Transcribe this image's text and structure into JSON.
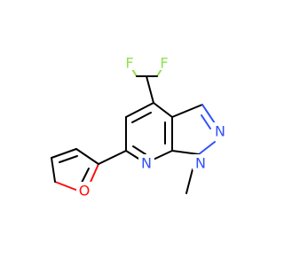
{
  "molecule": {
    "atoms": {
      "fluorine_1": "F",
      "fluorine_2": "F",
      "nitrogen_pyrazole": "N",
      "nitrogen_pyridine": "N",
      "nitrogen_methyl": "N",
      "oxygen_furan": "O"
    },
    "colors": {
      "fluorine": "#90e050",
      "nitrogen": "#3050f8",
      "oxygen": "#ff0d0d",
      "bond": "#000000",
      "background": "#ffffff"
    }
  }
}
